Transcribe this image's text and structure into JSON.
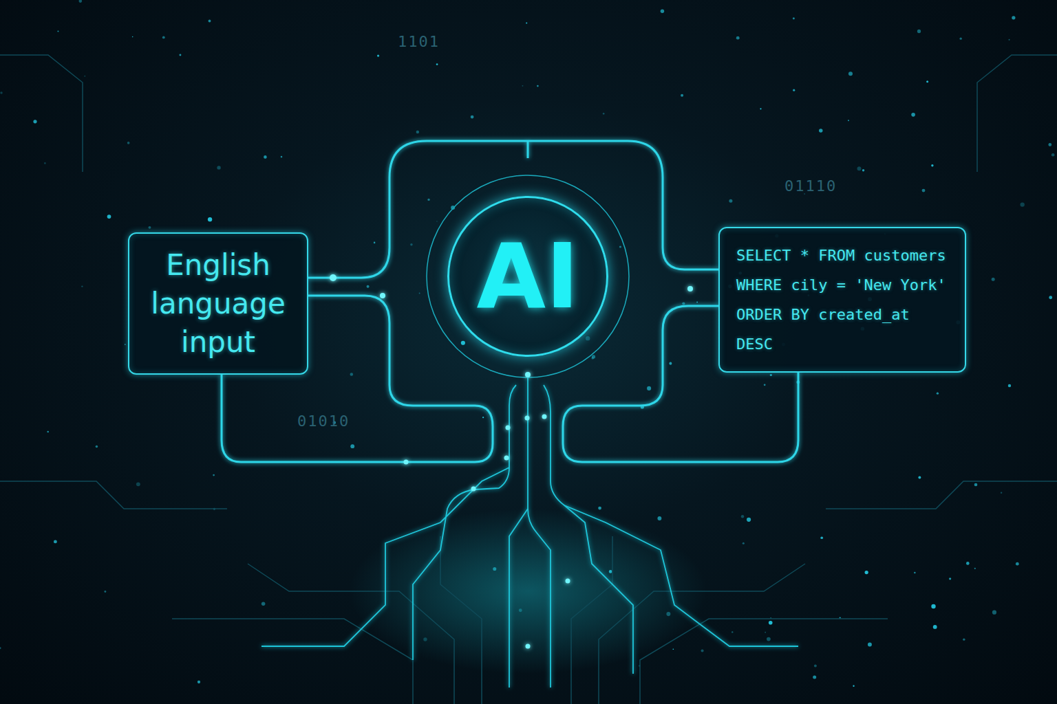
{
  "diagram": {
    "nodes": [
      {
        "text": [
          "English language input"
        ]
      },
      {
        "text": [
          "AI"
        ]
      },
      {
        "text": [
          "SELECT * FROM customers WHERE cily = 'New York' ORDER BY created_at DESC"
        ]
      }
    ],
    "edges": [
      {
        "from": 0,
        "to": 1,
        "arrow": "none"
      },
      {
        "from": 1,
        "to": 2,
        "arrow": "none"
      }
    ],
    "labels": [
      "1101",
      "01110",
      "01010"
    ]
  }
}
